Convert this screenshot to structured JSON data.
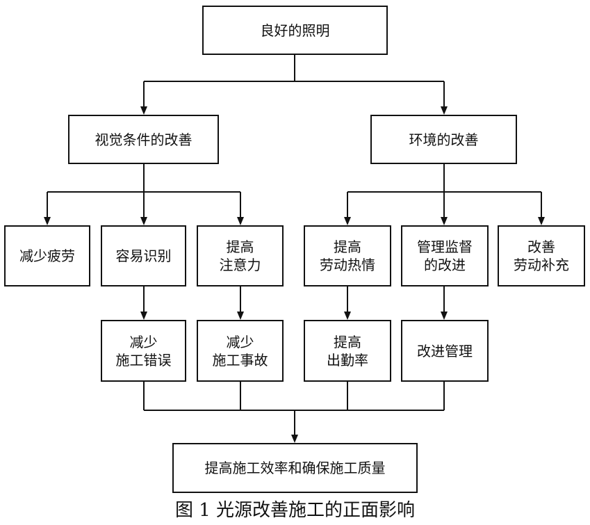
{
  "diagram": {
    "top": "良好的照明",
    "branches": {
      "visual": "视觉条件的改善",
      "environment": "环境的改善"
    },
    "effects": {
      "reduce_fatigue": "减少疲劳",
      "easy_recognition": "容易识别",
      "raise_attention": "提高\n注意力",
      "raise_enthusiasm": "提高\n劳动热情",
      "management": "管理监督\n的改进",
      "supplement": "改善\n劳动补充"
    },
    "results": {
      "reduce_errors": "减少\n施工错误",
      "reduce_accidents": "减少\n施工事故",
      "attendance": "提高\n出勤率",
      "improve_management": "改进管理"
    },
    "bottom": "提高施工效率和确保施工质量",
    "caption": "图 1 光源改善施工的正面影响"
  }
}
